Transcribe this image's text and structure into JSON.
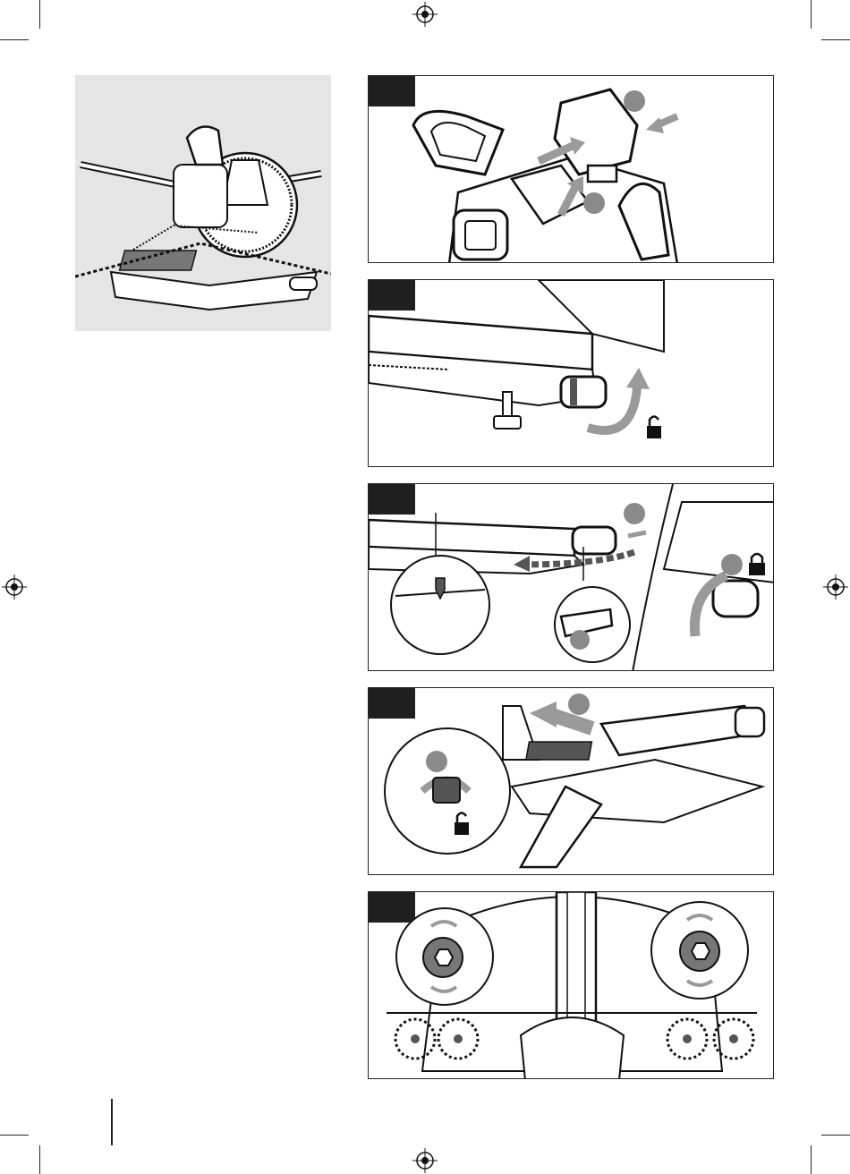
{
  "page": {
    "kind": "instruction-illustration-page",
    "figures": [
      {
        "id": "overview",
        "icon": "miter-saw-icon"
      },
      {
        "id": "step-1",
        "icon": "battery-insert-icon",
        "callouts": [
          "",
          ""
        ]
      },
      {
        "id": "step-2",
        "icon": "unlock-knob-icon"
      },
      {
        "id": "step-3",
        "icon": "bevel-scale-lock-icon",
        "callouts": [
          "",
          "",
          ""
        ]
      },
      {
        "id": "step-4",
        "icon": "rail-slide-unlock-icon",
        "callouts": [
          "",
          ""
        ]
      },
      {
        "id": "step-5",
        "icon": "fence-bolt-adjust-icon"
      }
    ],
    "colors": {
      "ink": "#1a1a1a",
      "panel_tag": "#1f1f1f",
      "hero_bg": "#e5e5e5",
      "callout": "#8a8a8a",
      "arrow": "#9a9a9a"
    }
  }
}
